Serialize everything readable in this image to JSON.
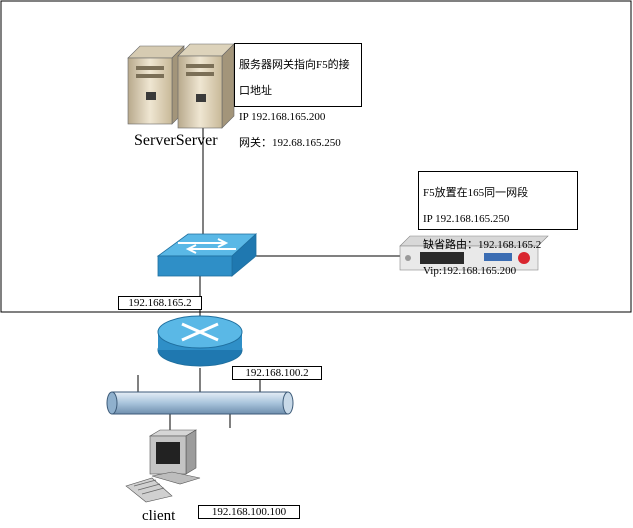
{
  "server": {
    "label": "ServerServer",
    "note": [
      "服务器网关指向F5的接",
      "口地址",
      "IP 192.168.165.200",
      "网关：192.68.165.250"
    ]
  },
  "f5": {
    "note": [
      "F5放置在165同一网段",
      "IP 192.168.165.250",
      "缺省路由：192.168.165.2",
      "Vip:192.168.165.200"
    ]
  },
  "ips": {
    "router_top": "192.168.165.2",
    "router_bottom": "192.168.100.2",
    "client": "192.168.100.100"
  },
  "client": {
    "label": "client"
  },
  "colors": {
    "device_blue": "#2f8fc7",
    "device_top": "#3aa3d8",
    "bus": "#a9c4dc"
  }
}
